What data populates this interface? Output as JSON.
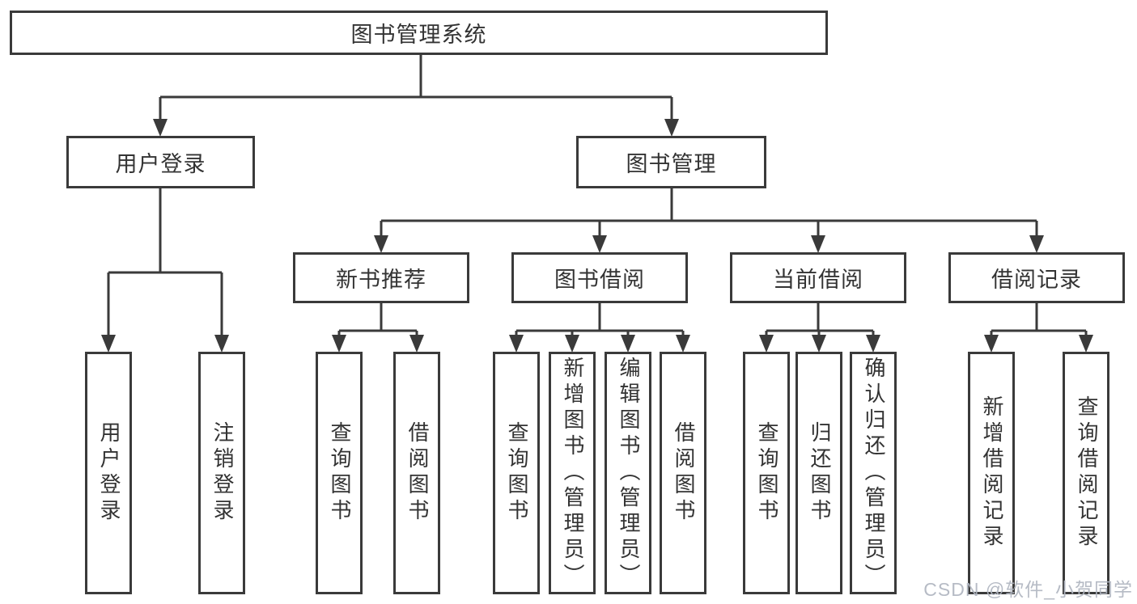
{
  "diagram": {
    "root": {
      "label": "图书管理系统"
    },
    "branches": [
      {
        "label": "用户登录",
        "children": [
          {
            "label": "用户登录"
          },
          {
            "label": "注销登录"
          }
        ]
      },
      {
        "label": "图书管理",
        "groups": [
          {
            "label": "新书推荐",
            "children": [
              {
                "label": "查询图书"
              },
              {
                "label": "借阅图书"
              }
            ]
          },
          {
            "label": "图书借阅",
            "children": [
              {
                "label": "查询图书"
              },
              {
                "label": "新增图书（管理员）"
              },
              {
                "label": "编辑图书（管理员）"
              },
              {
                "label": "借阅图书"
              }
            ]
          },
          {
            "label": "当前借阅",
            "children": [
              {
                "label": "查询图书"
              },
              {
                "label": "归还图书"
              },
              {
                "label": "确认归还（管理员）"
              }
            ]
          },
          {
            "label": "借阅记录",
            "children": [
              {
                "label": "新增借阅记录"
              },
              {
                "label": "查询借阅记录"
              }
            ]
          }
        ]
      }
    ]
  },
  "watermark": {
    "text": "CSDN @软件_小贺同学"
  },
  "colors": {
    "line": "#3a3a3a",
    "box_border": "#3a3a3a",
    "text": "#333333",
    "watermark": "#b0b5c0",
    "background": "#ffffff"
  }
}
